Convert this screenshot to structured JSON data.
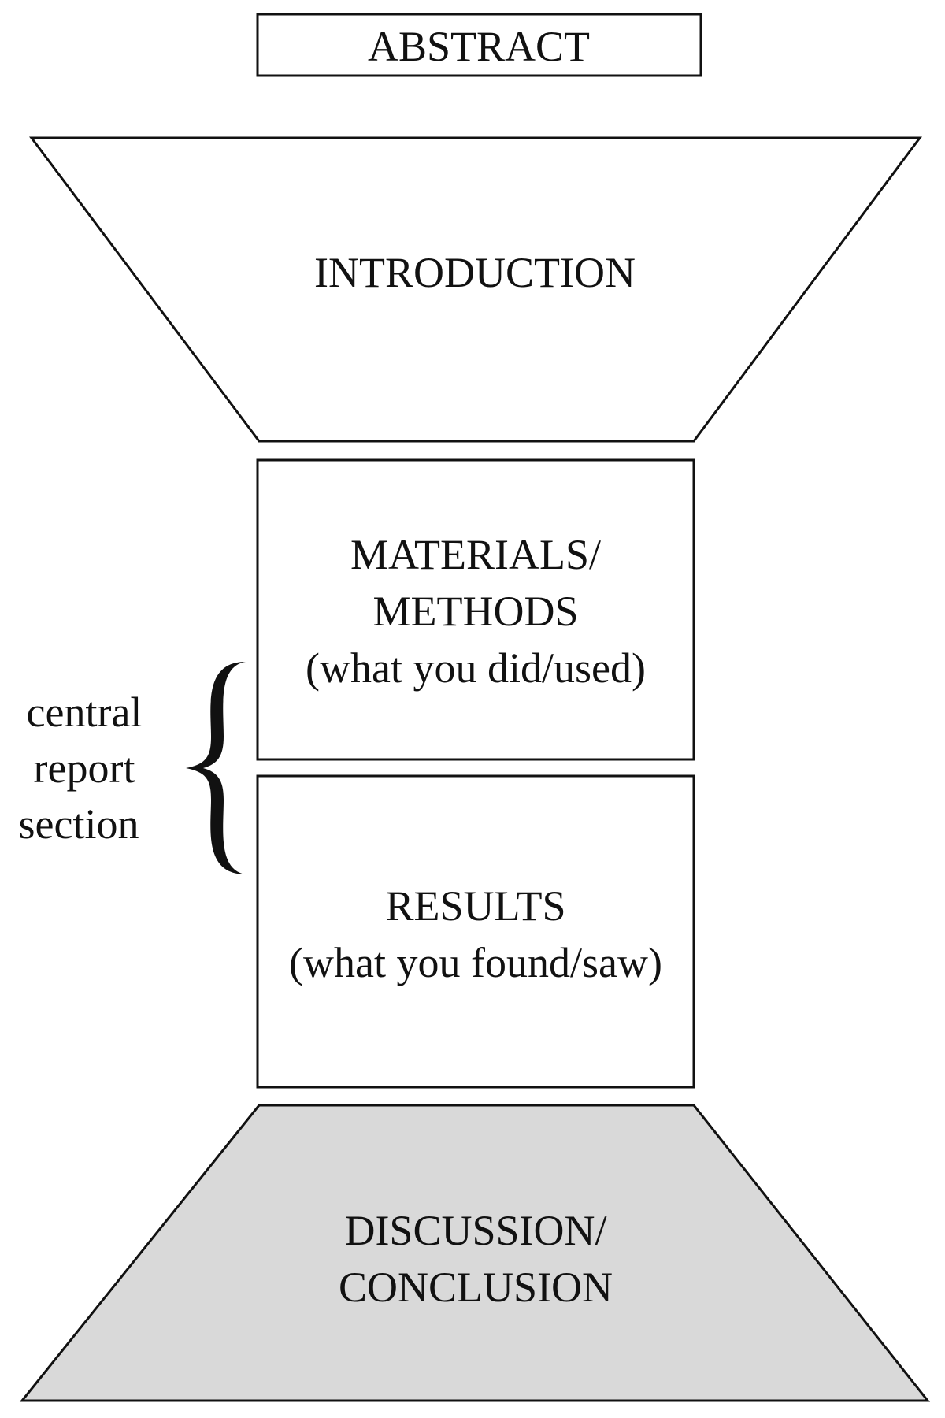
{
  "colors": {
    "stroke": "#111111",
    "shape_fill": "#ffffff",
    "discussion_fill": "#d9d9d9",
    "text": "#111111"
  },
  "abstract": {
    "label": "ABSTRACT"
  },
  "introduction": {
    "label": "INTRODUCTION"
  },
  "methods": {
    "line1": "MATERIALS/",
    "line2": "METHODS",
    "line3": "(what you did/used)"
  },
  "results": {
    "line1": "RESULTS",
    "line2": "(what you found/saw)"
  },
  "discussion": {
    "line1": "DISCUSSION/",
    "line2": "CONCLUSION"
  },
  "central_note": {
    "line1": "central",
    "line2": "report",
    "line3": "section"
  }
}
